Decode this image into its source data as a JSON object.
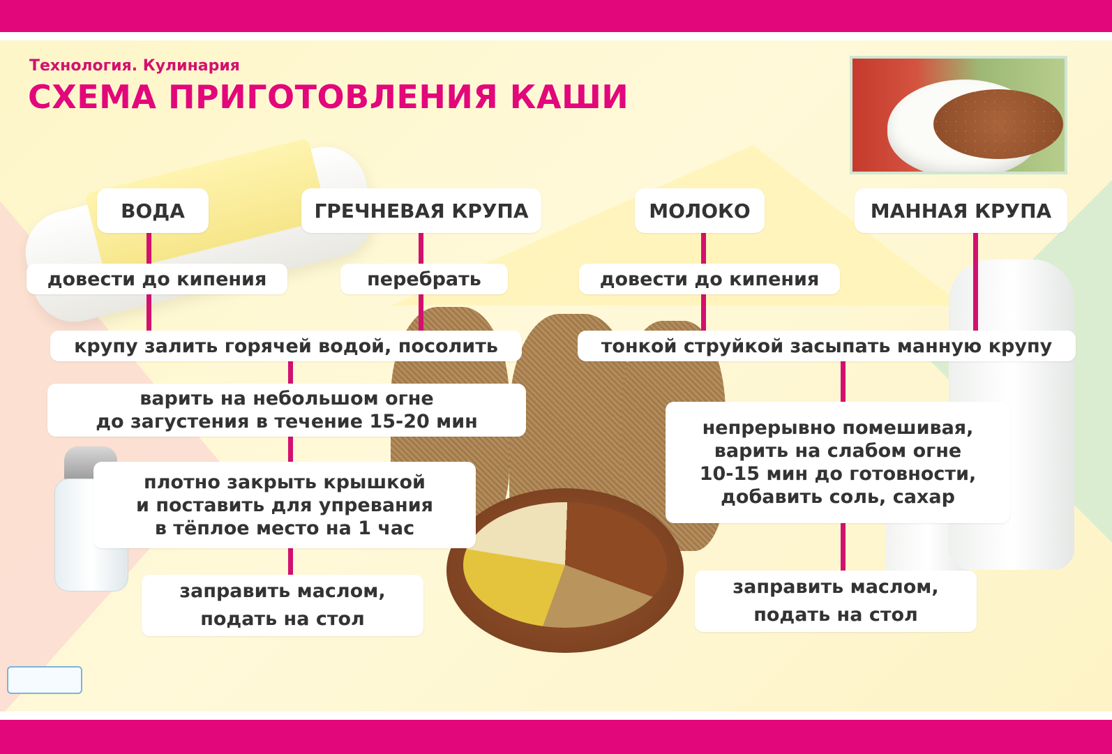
{
  "header": {
    "subtitle": "Технология. Кулинария",
    "title": "СХЕМА ПРИГОТОВЛЕНИЯ КАШИ"
  },
  "columns": {
    "water": {
      "label": "ВОДА",
      "step1": "довести до кипения"
    },
    "buckwheat": {
      "label": "ГРЕЧНЕВАЯ КРУПА",
      "step1": "перебрать"
    },
    "milk": {
      "label": "МОЛОКО",
      "step1": "довести до кипения"
    },
    "semolina": {
      "label": "МАННАЯ КРУПА"
    }
  },
  "buckwheat_process": {
    "step1": "крупу залить горячей водой, посолить",
    "step2": "варить на небольшом огне\nдо загустения в течение 15-20 мин",
    "step3": "плотно закрыть крышкой\nи поставить для упревания\nв тёплое место на 1 час",
    "step4": "заправить маслом,\nподать на стол"
  },
  "semolina_process": {
    "step1": "тонкой струйкой засыпать манную крупу",
    "step2": "непрерывно помешивая,\nварить на слабом огне\n10-15 мин до готовности,\nдобавить соль, сахар",
    "step3": "заправить маслом,\nподать на стол"
  },
  "colors": {
    "accent": "#e2077b",
    "connector": "#d2116f",
    "box": "#ffffff",
    "text": "#333333",
    "background": "#fdf6c8"
  }
}
